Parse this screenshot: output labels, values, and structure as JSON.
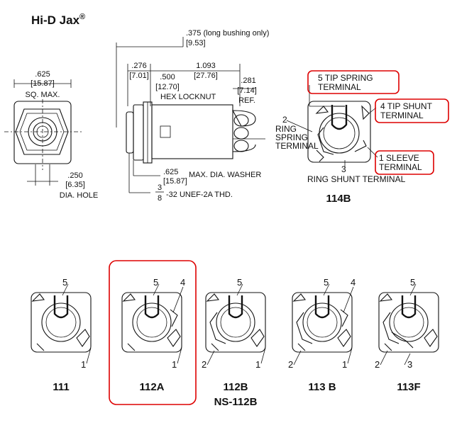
{
  "title": "Hi-D Jax",
  "trademark": "®",
  "front_view": {
    "width_in": ".625",
    "width_mm": "[15.87]",
    "width_note": "SQ. MAX.",
    "hole_in": ".250",
    "hole_mm": "[6.35]",
    "hole_note": "DIA. HOLE"
  },
  "side_view": {
    "bushing_in": ".375 (long bushing only)",
    "bushing_mm": "[9.53]",
    "d1_in": ".276",
    "d1_mm": "[7.01]",
    "d2_in": "1.093",
    "d2_mm": "[27.76]",
    "d3_in": ".500",
    "d3_mm": "[12.70]",
    "locknut": "HEX LOCKNUT",
    "d4_in": ".281",
    "d4_mm": "[7.14]",
    "ref": "REF.",
    "washer_in": ".625",
    "washer_mm": "[15.87]",
    "washer_note": "MAX. DIA. WASHER",
    "thread_num": "3",
    "thread_den": "8",
    "thread_note": "-32 UNEF-2A THD."
  },
  "rear_view": {
    "tip_spring": "5 TIP SPRING\nTERMINAL",
    "tip_shunt": "4 TIP SHUNT\nTERMINAL",
    "ring_spring_num": "2",
    "ring_spring": "RING\nSPRING\nTERMINAL",
    "sleeve": "1 SLEEVE\nTERMINAL",
    "ring_shunt_num": "3",
    "ring_shunt": "RING SHUNT TERMINAL",
    "model": "114B"
  },
  "variants": [
    {
      "model": "111",
      "model2": "",
      "pins": {
        "top": "5",
        "left": "",
        "right": "",
        "bottom_left": "",
        "bottom_mid": "",
        "bottom_right": "1"
      },
      "highlight": false
    },
    {
      "model": "112A",
      "model2": "",
      "pins": {
        "top": "5",
        "left": "",
        "right": "4",
        "bottom_left": "",
        "bottom_mid": "",
        "bottom_right": "1"
      },
      "highlight": true
    },
    {
      "model": "112B",
      "model2": "NS-112B",
      "pins": {
        "top": "5",
        "left": "",
        "right": "",
        "bottom_left": "2",
        "bottom_mid": "",
        "bottom_right": "1"
      },
      "highlight": false
    },
    {
      "model": "113 B",
      "model2": "",
      "pins": {
        "top": "5",
        "left": "",
        "right": "4",
        "bottom_left": "2",
        "bottom_mid": "",
        "bottom_right": "1"
      },
      "highlight": false
    },
    {
      "model": "113F",
      "model2": "",
      "pins": {
        "top": "5",
        "left": "",
        "right": "",
        "bottom_left": "2",
        "bottom_mid": "3",
        "bottom_right": ""
      },
      "highlight": false
    }
  ],
  "colors": {
    "highlight": "#d00000",
    "ink": "#111111"
  }
}
